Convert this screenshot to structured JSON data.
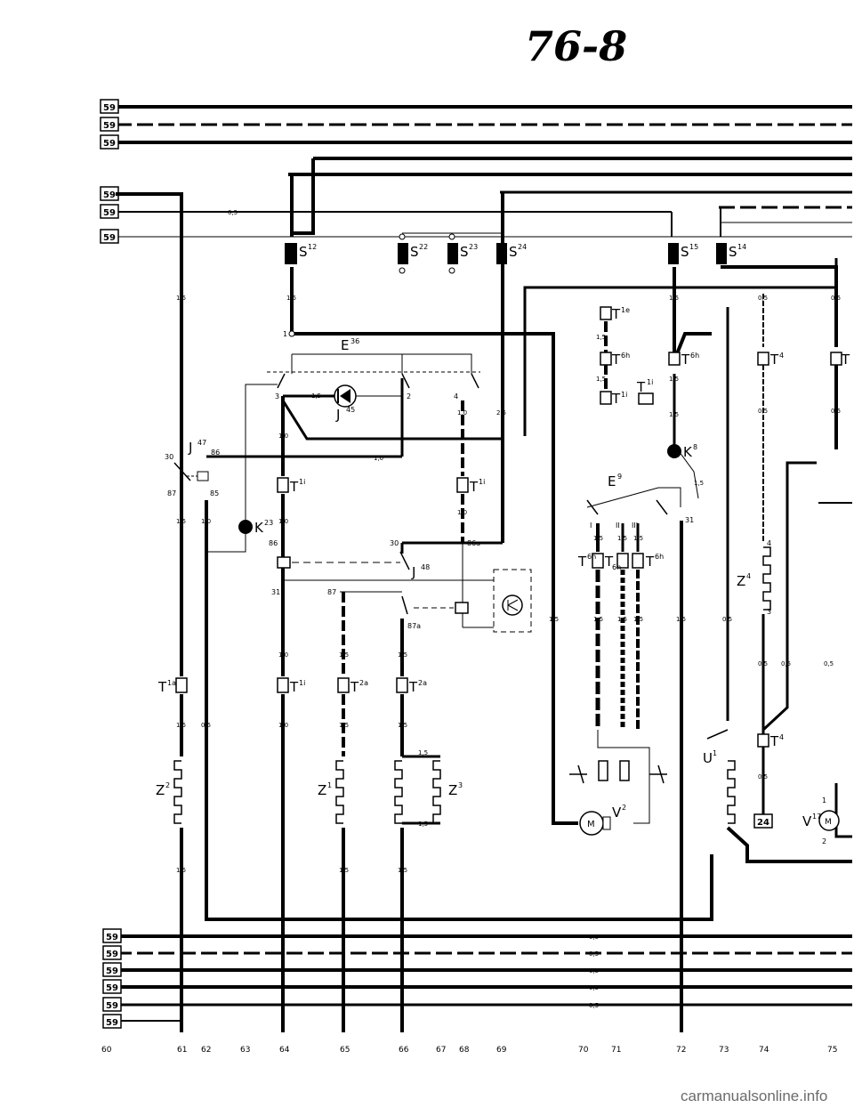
{
  "page_code": "76-8",
  "fuse_label": "59",
  "terminal_24": "24",
  "watermark": "carmanualsonline.info",
  "column_numbers": [
    "60",
    "61",
    "62",
    "63",
    "64",
    "65",
    "66",
    "67",
    "68",
    "69",
    "70",
    "71",
    "72",
    "73",
    "74",
    "75"
  ],
  "components": {
    "S12": {
      "main": "S",
      "sup": "12"
    },
    "S22": {
      "main": "S",
      "sup": "22"
    },
    "S23": {
      "main": "S",
      "sup": "23"
    },
    "S24": {
      "main": "S",
      "sup": "24"
    },
    "S15": {
      "main": "S",
      "sup": "15"
    },
    "S14": {
      "main": "S",
      "sup": "14"
    },
    "E36": {
      "main": "E",
      "sup": "36"
    },
    "J45": {
      "main": "J",
      "sup": "45"
    },
    "J47": {
      "main": "J",
      "sup": "47"
    },
    "J48": {
      "main": "J",
      "sup": "48"
    },
    "K23": {
      "main": "K",
      "sup": "23"
    },
    "K8": {
      "main": "K",
      "sup": "8"
    },
    "E9": {
      "main": "E",
      "sup": "9"
    },
    "Z1": {
      "main": "Z",
      "sup": "1"
    },
    "Z2": {
      "main": "Z",
      "sup": "2"
    },
    "Z3": {
      "main": "Z",
      "sup": "3"
    },
    "Z4": {
      "main": "Z",
      "sup": "4"
    },
    "V2": {
      "main": "V",
      "sup": "2"
    },
    "V17": {
      "main": "V",
      "sup": "17"
    },
    "U1": {
      "main": "U",
      "sup": "1"
    },
    "T1a": {
      "main": "T",
      "sup": "1a"
    },
    "T1b": {
      "main": "T",
      "sup": "1i"
    },
    "T1c": {
      "main": "T",
      "sup": "1i"
    },
    "T1d": {
      "main": "T",
      "sup": "1i"
    },
    "T1e": {
      "main": "T",
      "sup": "1i"
    },
    "T1f": {
      "main": "T",
      "sup": "1i"
    },
    "T1g": {
      "main": "T",
      "sup": "1i"
    },
    "T2a": {
      "main": "T",
      "sup": "2a"
    },
    "T2b": {
      "main": "T",
      "sup": "2a"
    },
    "T6h1": {
      "main": "T",
      "sup": "6h"
    },
    "T6h2": {
      "main": "T",
      "sup": "6h"
    },
    "T6h3": {
      "main": "T",
      "sup": "6h"
    },
    "T6h4": {
      "main": "T",
      "sup": "6h"
    },
    "T6h5": {
      "main": "T",
      "sup": "6h"
    },
    "T1e2": {
      "main": "T",
      "sup": "1e"
    },
    "T4a": {
      "main": "T",
      "sup": "4"
    },
    "T4b": {
      "main": "T",
      "sup": "4"
    },
    "T4c": {
      "main": "T",
      "sup": ""
    }
  },
  "motor_label": "M",
  "pins": {
    "p1": "1",
    "p2": "2",
    "p3": "3",
    "p4": "4",
    "p30a": "30",
    "p86a": "86",
    "p87": "87",
    "p85": "85",
    "p86b": "86",
    "p31a": "31",
    "p87b": "87",
    "p30b": "30",
    "p86c": "86a",
    "p87c": "87a",
    "p31b": "31",
    "z4_4": "4",
    "z4_3": "3",
    "v17_1": "1",
    "v17_2": "2",
    "e9_1": "I",
    "e9_2": "II",
    "e9_3": "III"
  },
  "gauges": {
    "g05": "0,5",
    "g15": "1,5",
    "g10": "1,0",
    "g25": "2,5"
  }
}
